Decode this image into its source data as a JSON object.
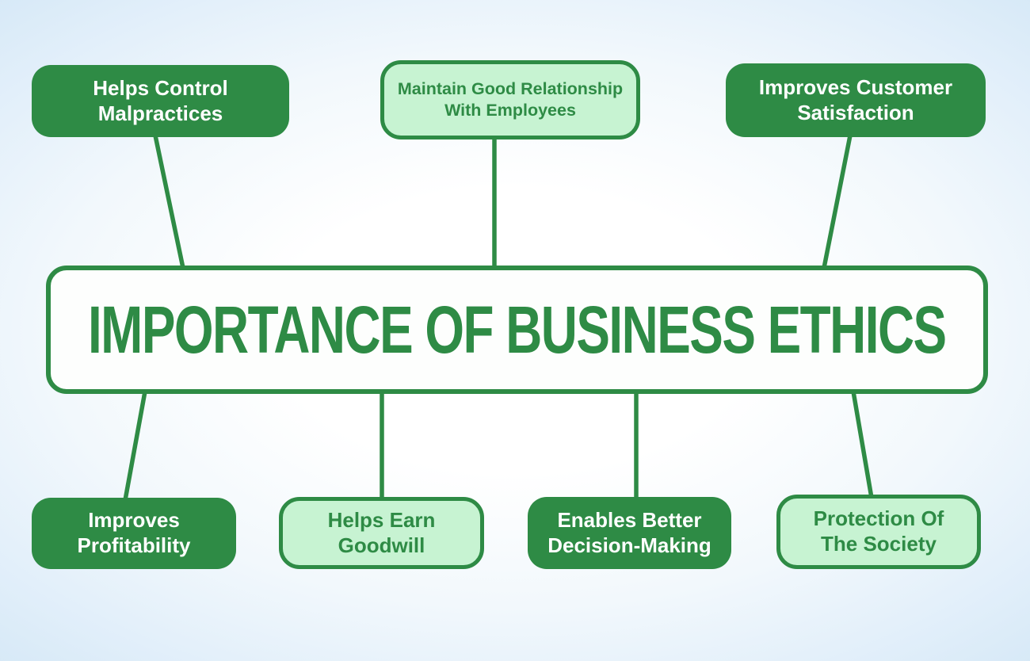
{
  "diagram": {
    "title": "IMPORTANCE OF BUSINESS ETHICS",
    "type": "mind-map",
    "colors": {
      "dark_green": "#2E8B45",
      "light_green_fill": "#C7F3D2",
      "center_fill": "#FDFEFD",
      "white_text": "#FFFFFF",
      "background_edge_blue": "#D3E7F6",
      "background_center": "#FFFFFF",
      "connector": "#2E8B45"
    },
    "center": {
      "label": "IMPORTANCE OF BUSINESS ETHICS"
    },
    "nodes": [
      {
        "label": "Helps Control\nMalpractices",
        "style": "dark-green-solid",
        "position": "top-left"
      },
      {
        "label": "Maintain Good Relationship\nWith Employees",
        "style": "light-green-outlined",
        "position": "top-center"
      },
      {
        "label": "Improves Customer\nSatisfaction",
        "style": "dark-green-solid",
        "position": "top-right"
      },
      {
        "label": "Improves\nProfitability",
        "style": "dark-green-solid",
        "position": "bottom-left"
      },
      {
        "label": "Helps Earn\nGoodwill",
        "style": "light-green-outlined",
        "position": "bottom-center-left"
      },
      {
        "label": "Enables Better\nDecision-Making",
        "style": "dark-green-solid",
        "position": "bottom-center-right"
      },
      {
        "label": "Protection Of\nThe Society",
        "style": "light-green-outlined",
        "position": "bottom-right"
      }
    ]
  }
}
